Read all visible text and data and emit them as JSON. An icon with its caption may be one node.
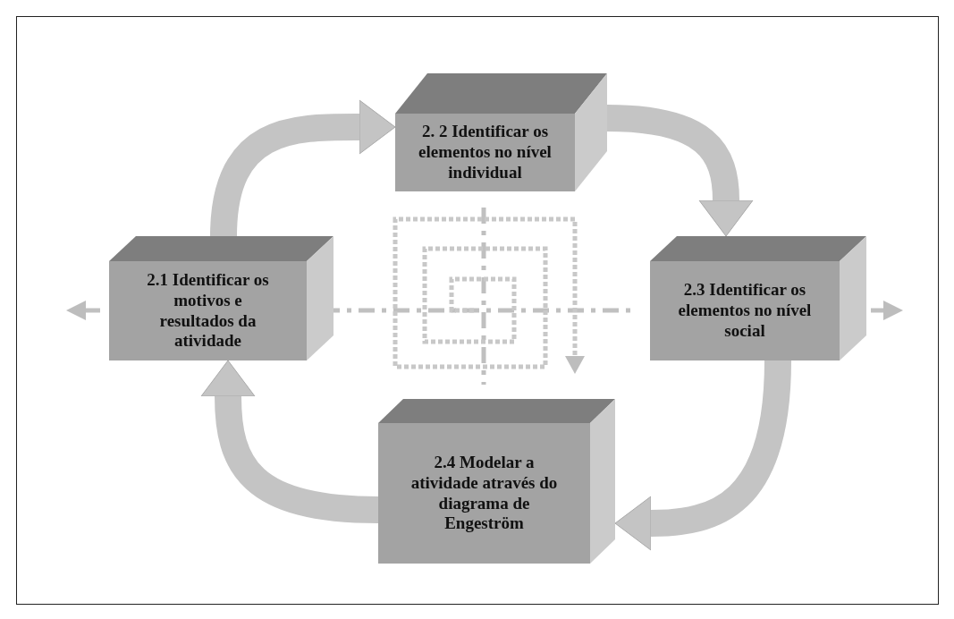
{
  "diagram": {
    "nodes": [
      {
        "text": [
          "2.1 Identificar os motivos e resultados da atividade"
        ]
      },
      {
        "text": [
          "2. 2 Identificar os elementos no nível individual"
        ]
      },
      {
        "text": [
          "2.3 Identificar os elementos no nível social"
        ]
      },
      {
        "text": [
          "2.4 Modelar a atividade através do diagrama de Engeström"
        ]
      }
    ],
    "edges": [
      {
        "from": 0,
        "to": 1,
        "arrow": "to"
      },
      {
        "from": 1,
        "to": 2,
        "arrow": "to"
      },
      {
        "from": 2,
        "to": 3,
        "arrow": "to"
      },
      {
        "from": 3,
        "to": 0,
        "arrow": "to"
      }
    ]
  }
}
